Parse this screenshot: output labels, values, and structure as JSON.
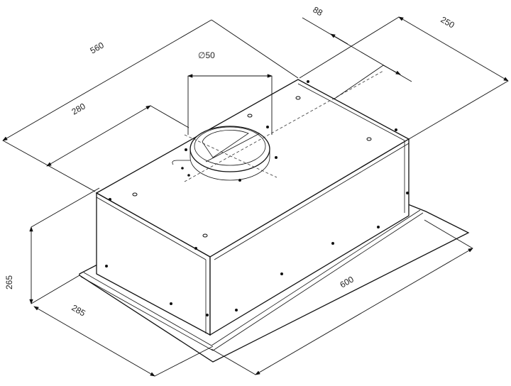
{
  "drawing": {
    "subject": "built-in cooker hood, isometric dimensioned view",
    "units": "mm",
    "line_color": "#111111",
    "background": "#ffffff"
  },
  "dimensions": {
    "duct_diameter": "∅50",
    "duct_offset": "88",
    "depth_top": "250",
    "body_width": "560",
    "half_width": "280",
    "height": "265",
    "base_depth": "285",
    "base_width": "600"
  }
}
